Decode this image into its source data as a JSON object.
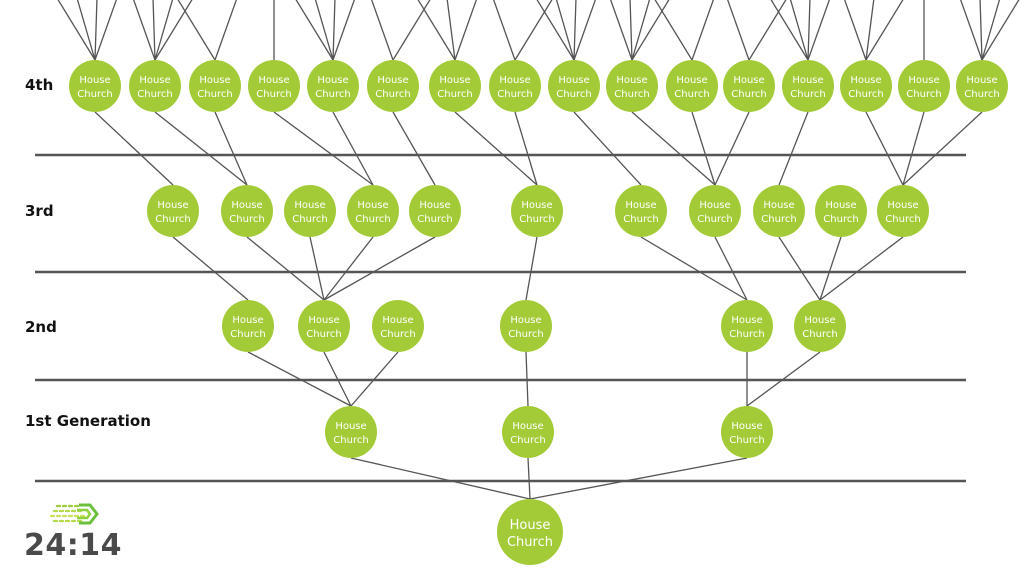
{
  "colors": {
    "node_fill": "#a3cb38",
    "line": "#555555",
    "divider": "#555555",
    "node_text": "#ffffff",
    "label_text": "#111111",
    "logo_text": "#4a4a4a"
  },
  "node_label": [
    "House",
    "Church"
  ],
  "generation_labels": {
    "fourth": "4th",
    "third": "3rd",
    "second": "2nd",
    "first": "1st Generation"
  },
  "logo": {
    "text": "24:14",
    "icon": "arrow-chevron-icon"
  },
  "tree": {
    "root": {
      "label": "House Church",
      "children_count": 3
    },
    "first_generation": [
      {
        "id": "g1-1",
        "parent": "root"
      },
      {
        "id": "g1-2",
        "parent": "root"
      },
      {
        "id": "g1-3",
        "parent": "root"
      }
    ],
    "second_generation": [
      {
        "id": "g2-1",
        "parent": "g1-1"
      },
      {
        "id": "g2-2",
        "parent": "g1-1"
      },
      {
        "id": "g2-3",
        "parent": "g1-1"
      },
      {
        "id": "g2-4",
        "parent": "g1-2"
      },
      {
        "id": "g2-5",
        "parent": "g1-3"
      },
      {
        "id": "g2-6",
        "parent": "g1-3"
      }
    ],
    "third_generation": [
      {
        "id": "g3-1",
        "parent": "g2-1"
      },
      {
        "id": "g3-2",
        "parent": "g2-2"
      },
      {
        "id": "g3-3",
        "parent": "g2-2"
      },
      {
        "id": "g3-4",
        "parent": "g2-2"
      },
      {
        "id": "g3-5",
        "parent": "g2-2"
      },
      {
        "id": "g3-6",
        "parent": "g2-4"
      },
      {
        "id": "g3-7",
        "parent": "g2-5"
      },
      {
        "id": "g3-8",
        "parent": "g2-5"
      },
      {
        "id": "g3-9",
        "parent": "g2-6"
      },
      {
        "id": "g3-10",
        "parent": "g2-6"
      },
      {
        "id": "g3-11",
        "parent": "g2-6"
      }
    ],
    "fourth_generation": [
      {
        "id": "g4-1",
        "parent": "g3-1",
        "children_offscreen": 4
      },
      {
        "id": "g4-2",
        "parent": "g3-2",
        "children_offscreen": 4
      },
      {
        "id": "g4-3",
        "parent": "g3-2",
        "children_offscreen": 2
      },
      {
        "id": "g4-4",
        "parent": "g3-4",
        "children_offscreen": 1
      },
      {
        "id": "g4-5",
        "parent": "g3-4",
        "children_offscreen": 4
      },
      {
        "id": "g4-6",
        "parent": "g3-5",
        "children_offscreen": 2
      },
      {
        "id": "g4-7",
        "parent": "g3-6",
        "children_offscreen": 3
      },
      {
        "id": "g4-8",
        "parent": "g3-6",
        "children_offscreen": 2
      },
      {
        "id": "g4-9",
        "parent": "g3-7",
        "children_offscreen": 4
      },
      {
        "id": "g4-10",
        "parent": "g3-8",
        "children_offscreen": 4
      },
      {
        "id": "g4-11",
        "parent": "g3-8",
        "children_offscreen": 2
      },
      {
        "id": "g4-12",
        "parent": "g3-8",
        "children_offscreen": 2
      },
      {
        "id": "g4-13",
        "parent": "g3-9",
        "children_offscreen": 4
      },
      {
        "id": "g4-14",
        "parent": "g3-11",
        "children_offscreen": 3
      },
      {
        "id": "g4-15",
        "parent": "g3-11",
        "children_offscreen": 1
      },
      {
        "id": "g4-16",
        "parent": "g3-11",
        "children_offscreen": 4
      }
    ]
  }
}
